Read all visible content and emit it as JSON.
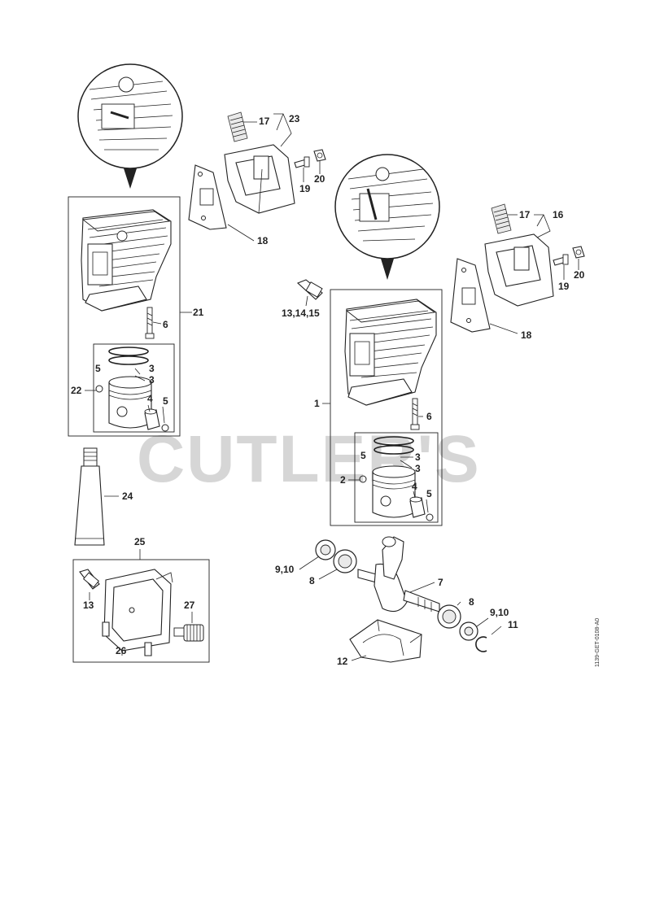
{
  "watermark": "CUTLER'S",
  "doc_id": "1139-GET-0108-A0",
  "labels": {
    "p17a": "17",
    "p23": "23",
    "p19a": "19",
    "p20a": "20",
    "p18a": "18",
    "p21": "21",
    "p6a": "6",
    "p5a": "5",
    "p3a": "3",
    "p3b": "3",
    "p22": "22",
    "p4a": "4",
    "p5b": "5",
    "p24": "24",
    "p25": "25",
    "p13": "13",
    "p27": "27",
    "p26": "26",
    "p17b": "17",
    "p16": "16",
    "p19b": "19",
    "p20b": "20",
    "p131415": "13,14,15",
    "p18b": "18",
    "p1": "1",
    "p6b": "6",
    "p5c": "5",
    "p3c": "3",
    "p2": "2",
    "p3d": "3",
    "p4b": "4",
    "p5d": "5",
    "p910a": "9,10",
    "p8a": "8",
    "p7": "7",
    "p8b": "8",
    "p910b": "9,10",
    "p11": "11",
    "p12": "12"
  }
}
